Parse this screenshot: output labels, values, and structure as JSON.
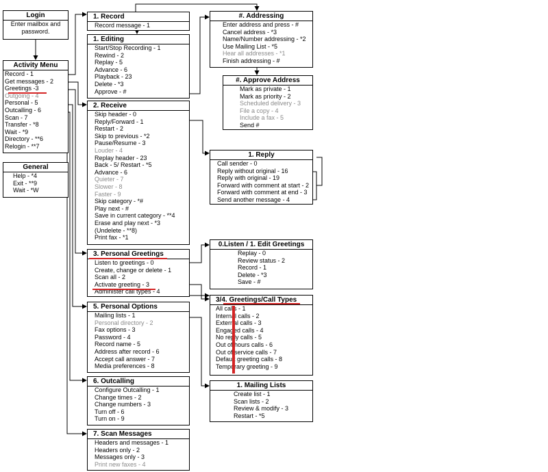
{
  "login": {
    "title": "Login",
    "rows": [
      {
        "text": "Enter mailbox and"
      },
      {
        "text": "password."
      }
    ]
  },
  "activity": {
    "title": "Activity Menu",
    "rows": [
      {
        "text": "Record - 1"
      },
      {
        "text": "Get messages - 2"
      },
      {
        "text": "Greetings -3"
      },
      {
        "text": "Outgoing - 4",
        "muted": true
      },
      {
        "text": "Personal - 5"
      },
      {
        "text": "Outcalling - 6"
      },
      {
        "text": "Scan - 7"
      },
      {
        "text": "Transfer - *8"
      },
      {
        "text": "Wait - *9"
      },
      {
        "text": "Directory - **6"
      },
      {
        "text": "Relogin - **7"
      }
    ]
  },
  "general": {
    "title": "General",
    "rows": [
      {
        "text": "Help - *4"
      },
      {
        "text": "Exit - **9"
      },
      {
        "text": "Wait - *W"
      }
    ]
  },
  "record": {
    "title": "1. Record",
    "rows": [
      {
        "text": "Record message - 1"
      }
    ]
  },
  "editing": {
    "title": "1. Editing",
    "rows": [
      {
        "text": "Start/Stop Recording - 1"
      },
      {
        "text": "Rewind - 2"
      },
      {
        "text": "Replay - 5"
      },
      {
        "text": "Advance - 6"
      },
      {
        "text": "Playback - 23"
      },
      {
        "text": "Delete - *3"
      },
      {
        "text": "Approve - #"
      }
    ]
  },
  "receive": {
    "title": "2. Receive",
    "rows": [
      {
        "text": "Skip header - 0"
      },
      {
        "text": "Reply/Forward - 1"
      },
      {
        "text": "Restart - 2"
      },
      {
        "text": "Skip to previous - *2"
      },
      {
        "text": "Pause/Resume - 3"
      },
      {
        "text": "Louder - 4",
        "muted": true
      },
      {
        "text": "Replay header - 23"
      },
      {
        "text": "Back - 5/ Restart - *5"
      },
      {
        "text": "Advance - 6"
      },
      {
        "text": "Quieter - 7",
        "muted": true
      },
      {
        "text": "Slower - 8",
        "muted": true
      },
      {
        "text": "Faster - 9",
        "muted": true
      },
      {
        "text": "Skip category - *#"
      },
      {
        "text": "Play next - #"
      },
      {
        "text": "Save in current category - **4"
      },
      {
        "text": "Erase and play next - *3"
      },
      {
        "text": "(Undelete - **8)"
      },
      {
        "text": "Print fax - *1"
      }
    ]
  },
  "personal_greetings": {
    "title": "3. Personal Greetings",
    "rows": [
      {
        "text": "Listen to greetings - 0"
      },
      {
        "text": "Create, change or delete - 1"
      },
      {
        "text": "Scan all - 2"
      },
      {
        "text": "Activate greeting - 3"
      },
      {
        "text": "Administer call types - 4"
      }
    ]
  },
  "personal_options": {
    "title": "5. Personal Options",
    "rows": [
      {
        "text": "Mailing lists - 1"
      },
      {
        "text": "Personal directory - 2",
        "muted": true
      },
      {
        "text": "Fax options - 3"
      },
      {
        "text": "Password - 4"
      },
      {
        "text": "Record name - 5"
      },
      {
        "text": "Address after record - 6"
      },
      {
        "text": "Accept call answer - 7"
      },
      {
        "text": "Media preferences - 8"
      }
    ]
  },
  "outcalling": {
    "title": "6. Outcalling",
    "rows": [
      {
        "text": "Configure Outcalling - 1"
      },
      {
        "text": "Change times - 2"
      },
      {
        "text": "Change numbers - 3"
      },
      {
        "text": "Turn off - 6"
      },
      {
        "text": "Turn on - 9"
      }
    ]
  },
  "scan_messages": {
    "title": "7. Scan Messages",
    "rows": [
      {
        "text": "Headers and messages - 1"
      },
      {
        "text": "Headers only - 2"
      },
      {
        "text": "Messages only - 3"
      },
      {
        "text": "Print new faxes - 4",
        "muted": true
      }
    ]
  },
  "addressing": {
    "title": "#. Addressing",
    "rows": [
      {
        "text": "Enter address and press - #"
      },
      {
        "text": "Cancel address - *3"
      },
      {
        "text": "Name/Number addressing - *2"
      },
      {
        "text": "Use Mailing List - *5"
      },
      {
        "text": "Hear all addresses - *1",
        "muted": true
      },
      {
        "text": "Finish addressing - #"
      }
    ]
  },
  "approve_address": {
    "title": "#. Approve Address",
    "rows": [
      {
        "text": "Mark as private - 1"
      },
      {
        "text": "Mark as priority - 2"
      },
      {
        "text": "Scheduled delivery - 3",
        "muted": true
      },
      {
        "text": "File a copy - 4",
        "muted": true
      },
      {
        "text": "Include a fax - 5",
        "muted": true
      },
      {
        "text": "Send #"
      }
    ]
  },
  "reply": {
    "title": "1. Reply",
    "rows": [
      {
        "text": "Call sender - 0"
      },
      {
        "text": "Reply without original - 16"
      },
      {
        "text": "Reply with original - 19"
      },
      {
        "text": "Forward with comment at start - 2"
      },
      {
        "text": "Forward with comment at end - 3"
      },
      {
        "text": "Send another message - 4"
      }
    ]
  },
  "listen_edit": {
    "title": "0.Listen / 1. Edit Greetings",
    "rows": [
      {
        "text": "Replay - 0"
      },
      {
        "text": "Review status - 2"
      },
      {
        "text": "Record - 1"
      },
      {
        "text": "Delete - *3"
      },
      {
        "text": "Save - #"
      }
    ]
  },
  "call_types": {
    "title": "3/4. Greetings/Call Types",
    "rows": [
      {
        "text": "All calls - 1"
      },
      {
        "text": "Internal calls - 2"
      },
      {
        "text": "External calls - 3"
      },
      {
        "text": "Engaged calls - 4"
      },
      {
        "text": "No reply calls - 5"
      },
      {
        "text": "Out of hours calls - 6"
      },
      {
        "text": "Out of service calls - 7"
      },
      {
        "text": "Default greeting calls - 8"
      },
      {
        "text": "Temporary greeting - 9"
      }
    ]
  },
  "mailing_lists": {
    "title": "1. Mailing Lists",
    "rows": [
      {
        "text": "Create list - 1"
      },
      {
        "text": "Scan lists - 2"
      },
      {
        "text": "Review & modify - 3"
      },
      {
        "text": "Restart - *5"
      }
    ]
  },
  "colors": {
    "line": "#000000",
    "muted_text": "#8a8a8a",
    "highlight": "#d42323"
  }
}
